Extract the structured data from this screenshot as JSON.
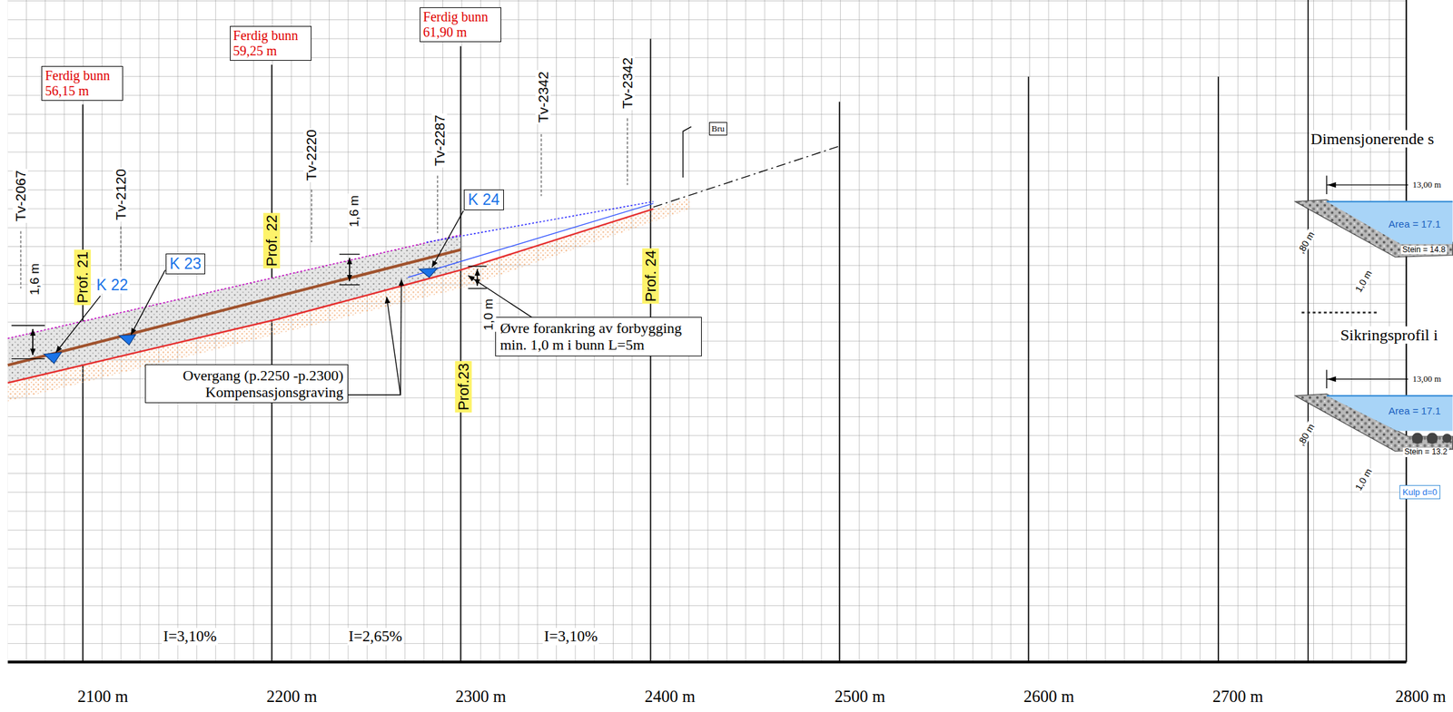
{
  "diagram": {
    "nodes": [
      {
        "text": [
          "Ferdig bunn 56,15 m"
        ]
      },
      {
        "text": [
          "Ferdig bunn 59,25 m"
        ]
      },
      {
        "text": [
          "Ferdig bunn 61,90 m"
        ]
      },
      {
        "text": [
          "Prof. 21"
        ]
      },
      {
        "text": [
          "K 23"
        ]
      },
      {
        "text": [
          "Prof. 22"
        ]
      },
      {
        "text": [
          "K 24"
        ]
      },
      {
        "text": [
          "Overgang (p.2250 -p.2300) Kompensasjonsgraving"
        ]
      },
      {
        "text": [
          "Prof.23"
        ]
      },
      {
        "text": [
          "Øvre forankring av forbygging min. 1,0 m i bunn L=5m"
        ]
      },
      {
        "text": [
          "Prof. 24"
        ]
      },
      {
        "text": [
          "Bru"
        ]
      },
      {
        "text": [
          "Kulp d=0"
        ]
      }
    ],
    "labels": [
      "Tv-2067",
      "Tv-2120",
      "Tv-2220",
      "Tv-2287",
      "Tv-2342",
      "Tv-2342",
      "1,6 m",
      "K 22",
      "1,6 m",
      "1,0 m",
      "I=3,10%",
      "I=2,65%",
      "I=3,10%",
      "2100 m",
      "2200 m",
      "2300 m",
      "2400 m",
      "2500 m",
      "2600 m",
      "2700 m",
      "2800 m",
      "Dimensjonerende s",
      "13,00 m",
      "Area = 17.1",
      "Stein = 14.8",
      ",80 m",
      "1,0 m",
      "Sikringsprofil i",
      "13,00 m",
      "Area = 17.1",
      "Stein = 13.2",
      ",80 m",
      "1,0 m"
    ]
  }
}
